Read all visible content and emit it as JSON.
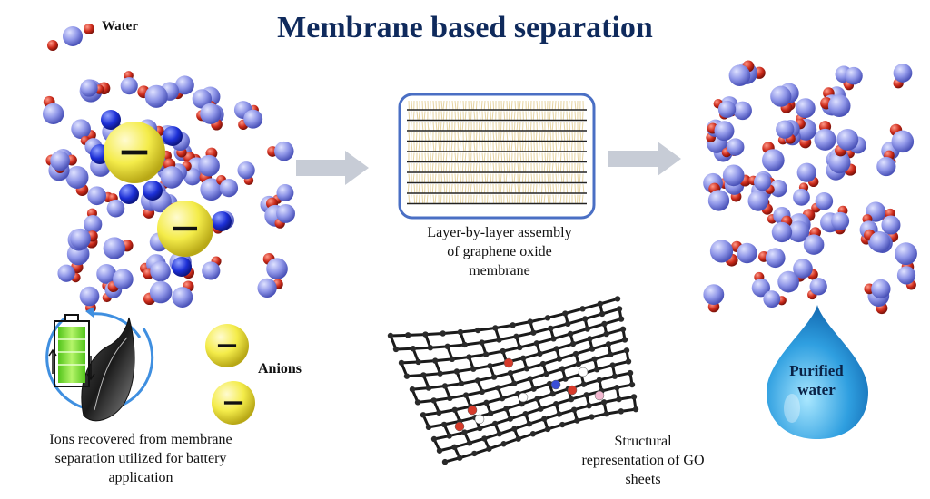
{
  "title": "Membrane based separation",
  "legend": {
    "water_label": "Water",
    "anion_label": "Anions"
  },
  "membrane_caption": [
    "Layer-by-layer assembly",
    "of graphene oxide",
    "membrane"
  ],
  "battery_caption": [
    "Ions recovered from membrane",
    "separation utilized for battery",
    "application"
  ],
  "go_caption": [
    "Structural",
    "representation of GO",
    "sheets"
  ],
  "drop_label": [
    "Purified",
    "water"
  ],
  "anion_symbol": "−",
  "colors": {
    "title": "#0f2a5c",
    "hydrogen": "#8f96e8",
    "oxygen": "#cc2a1a",
    "cation": "#1c2fd6",
    "anion": "#f4ec4a",
    "arrow": "#c7ccd6",
    "membrane_frame": "#4a6fc4",
    "drop": "#2f9fe0"
  }
}
